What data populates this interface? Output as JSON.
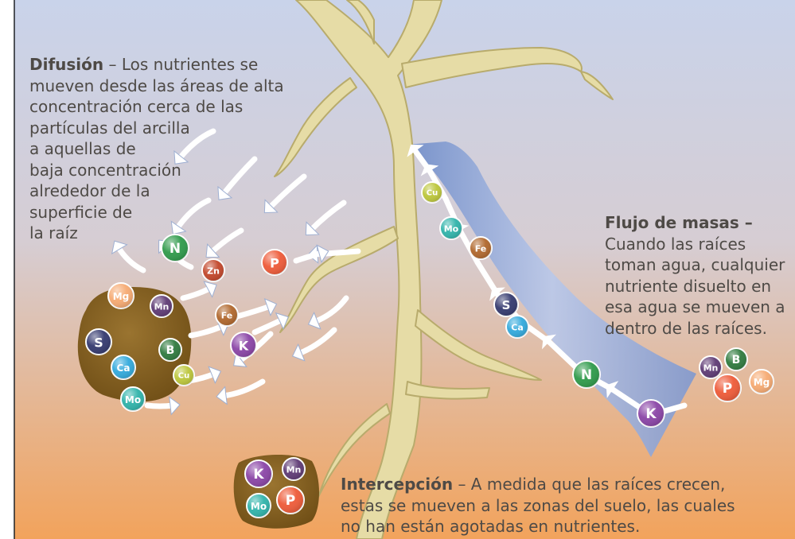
{
  "colors": {
    "sky_top": "#c9d3ea",
    "soil_bottom": "#f2a35c",
    "root": "#e6dca6",
    "root_stroke": "#b8ab6c",
    "soil_clump": "#7d5a1c",
    "arrow": "#ffffff",
    "mass_flow_band": "#8fa6d6",
    "text": "#4e4a46"
  },
  "diffusion": {
    "title": "Difusión",
    "lines": [
      " – Los nutrientes se",
      "mueven desde las áreas de alta",
      "concentración cerca de las",
      "partículas del arcilla",
      "a aquellas de",
      "baja concentración",
      "alrededor de la",
      "superficie de",
      "la raíz"
    ]
  },
  "mass_flow": {
    "title": "Flujo de masas",
    "title_suffix": " –",
    "lines": [
      "Cuando las raíces",
      "toman agua, cualquier",
      "nutriente disuelto en",
      "esa agua se mueven a",
      "dentro de las raíces."
    ]
  },
  "interception": {
    "title": "Intercepción",
    "lines": [
      " – A medida que las raíces crecen,",
      "estas se mueven a las zonas del suelo, las cuales",
      "no han están agotadas en nutrientes."
    ]
  },
  "nutrients": {
    "N": {
      "label": "N",
      "color": "#2e9a4a"
    },
    "Zn": {
      "label": "Zn",
      "color": "#c2462a"
    },
    "P": {
      "label": "P",
      "color": "#ee5a38"
    },
    "Mg": {
      "label": "Mg",
      "color": "#f6aa72"
    },
    "Mn": {
      "label": "Mn",
      "color": "#5e3a74"
    },
    "S": {
      "label": "S",
      "color": "#34396e"
    },
    "Ca": {
      "label": "Ca",
      "color": "#32a9dc"
    },
    "B": {
      "label": "B",
      "color": "#2f7a3e"
    },
    "Cu": {
      "label": "Cu",
      "color": "#bcc63a"
    },
    "Mo": {
      "label": "Mo",
      "color": "#2fb3aa"
    },
    "Fe": {
      "label": "Fe",
      "color": "#b0672c"
    },
    "K": {
      "label": "K",
      "color": "#8a44a6"
    }
  },
  "diffusion_balls": [
    "N",
    "Zn",
    "P",
    "Mg",
    "Mn",
    "S",
    "Ca",
    "B",
    "Cu",
    "Mo",
    "Fe",
    "K"
  ],
  "mass_flow_balls": [
    "Cu",
    "Mo",
    "Fe",
    "S",
    "Ca",
    "N",
    "K",
    "Mn",
    "B",
    "P",
    "Mg"
  ],
  "interception_balls": [
    "K",
    "Mn",
    "Mo",
    "P"
  ]
}
